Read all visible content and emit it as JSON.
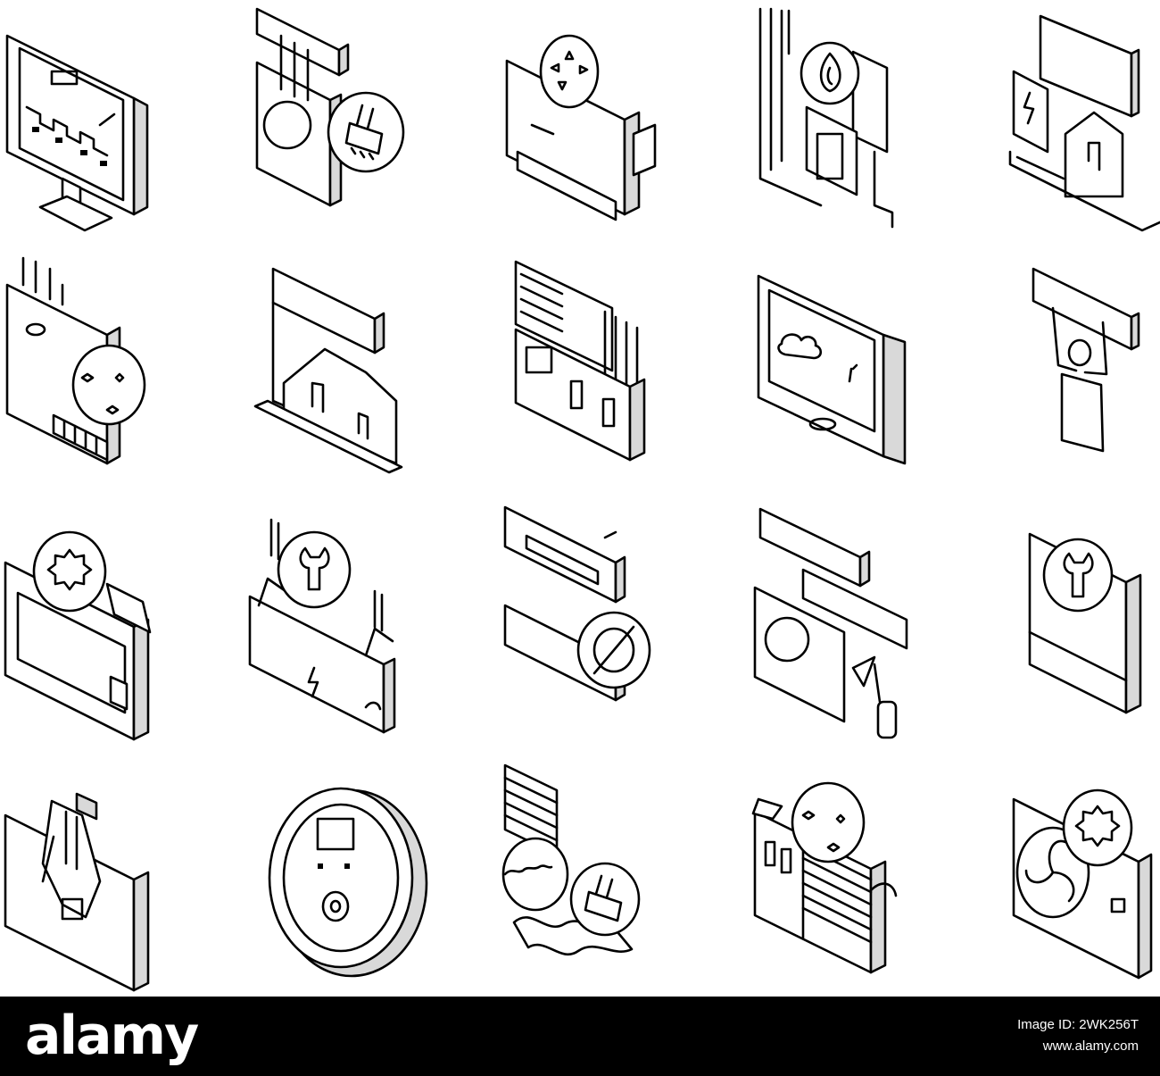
{
  "footer": {
    "logo": "alamy",
    "image_id_label": "Image ID: 2WK256T",
    "site": "www.alamy.com"
  },
  "colors": {
    "ink": "#000000",
    "background": "#ffffff",
    "footer_bg": "#000000",
    "footer_text": "#ffffff"
  },
  "icons": [
    "control-panel-monitor-icon",
    "ac-cleaning-brush-icon",
    "fan-filter-unit-icon",
    "gas-boiler-pipes-icon",
    "house-electric-ac-icon",
    "outdoor-unit-tools-icon",
    "house-split-ac-icon",
    "duct-filter-panels-icon",
    "tablet-weather-app-icon",
    "technician-install-ac-icon",
    "gear-service-unit-icon",
    "repair-wrench-electric-icon",
    "split-ac-no-freon-icon",
    "outdoor-unit-drain-icon",
    "heater-wrench-service-icon",
    "ceiling-cassette-icon",
    "thermostat-round-icon",
    "filter-stack-cleaning-icon",
    "radiator-dirty-filter-icon",
    "fan-gear-unit-icon"
  ]
}
